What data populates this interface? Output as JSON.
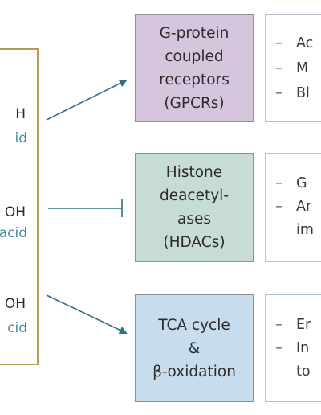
{
  "source": {
    "items": [
      {
        "formula": "H",
        "name": "id"
      },
      {
        "formula": "OH",
        "name": "acid"
      },
      {
        "formula": "OH",
        "name": "cid"
      }
    ]
  },
  "targets": [
    {
      "lines": [
        "G-protein",
        "coupled",
        "receptors",
        "(GPCRs)"
      ],
      "color": "#d6c6dd"
    },
    {
      "lines": [
        "Histone",
        "deacetyl-",
        "ases",
        "(HDACs)"
      ],
      "color": "#c7dcd7"
    },
    {
      "lines": [
        "TCA cycle",
        "&",
        "β-oxidation"
      ],
      "color": "#c7dcec"
    }
  ],
  "effects": [
    {
      "items": [
        {
          "dash": "–",
          "text": "Ac"
        },
        {
          "dash": "–",
          "text": "M"
        },
        {
          "dash": "–",
          "text": "Bl"
        }
      ]
    },
    {
      "items": [
        {
          "dash": "–",
          "text": "G"
        },
        {
          "dash": "–",
          "text": "Ar"
        },
        {
          "dash": "",
          "text": "im"
        }
      ]
    },
    {
      "items": [
        {
          "dash": "–",
          "text": "Er"
        },
        {
          "dash": "–",
          "text": "In"
        },
        {
          "dash": "",
          "text": "to"
        }
      ]
    }
  ],
  "connectors": [
    {
      "type": "activation-arrow",
      "target": "GPCRs"
    },
    {
      "type": "inhibition-bar",
      "target": "HDACs"
    },
    {
      "type": "activation-arrow",
      "target": "TCA cycle & β-oxidation"
    }
  ],
  "colors": {
    "source_border": "#b99a55",
    "source_name_text": "#4d8c9e",
    "connector": "#2f7083",
    "target_border": "#8f8f9a"
  }
}
